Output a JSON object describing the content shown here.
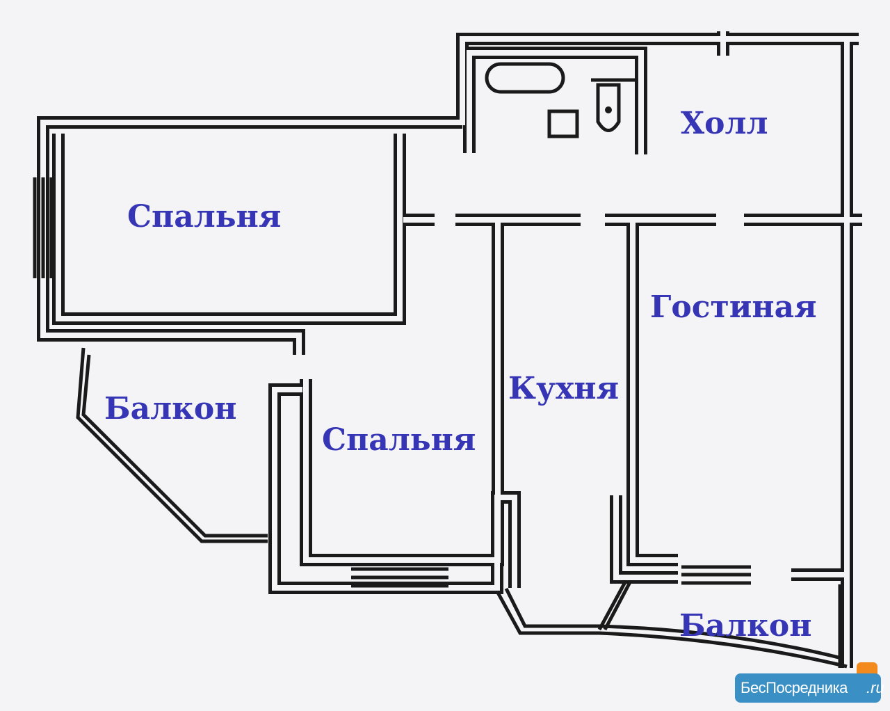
{
  "rooms": {
    "bedroom_1": "Спальня",
    "bedroom_2": "Спальня",
    "hall": "Холл",
    "living_room": "Гостиная",
    "kitchen": "Кухня",
    "balcony_left": "Балкон",
    "balcony_right": "Балкон"
  },
  "watermark": {
    "brand": "БесПосредника",
    "tld": ".ru"
  },
  "colors": {
    "label": "#3535b5",
    "wall": "#1a1a1a",
    "watermark_bg": "#3a8fc4",
    "mascot": "#f28a1e"
  }
}
